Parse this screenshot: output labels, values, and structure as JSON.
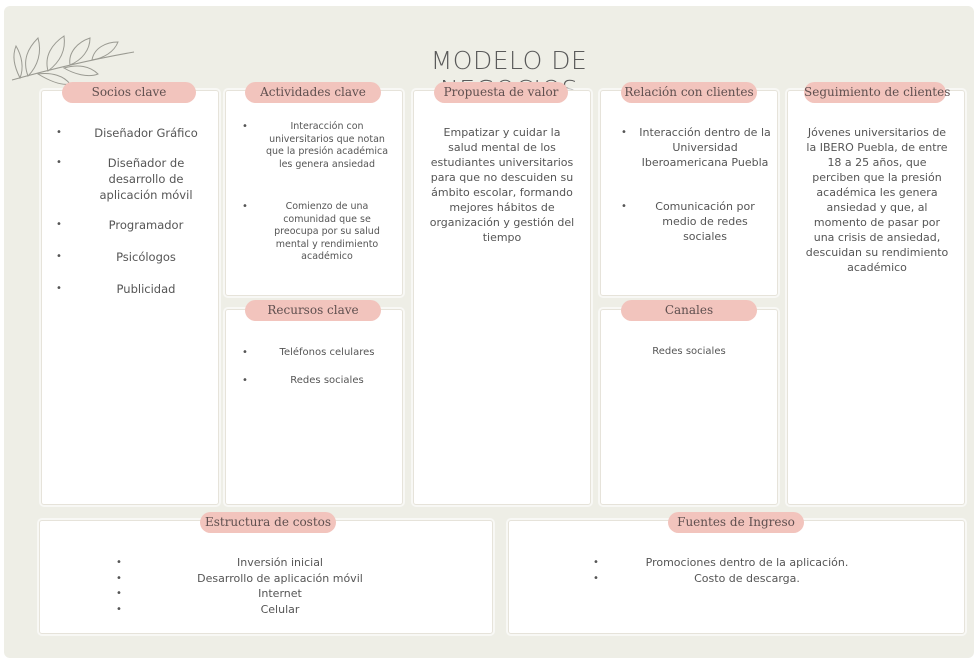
{
  "title": "MODELO DE NEGOCIOS",
  "colors": {
    "pill": "#f2c4bd",
    "card": "#ffffff",
    "background": "#eeeee6",
    "text": "#555555"
  },
  "decoration_icon": "olive-branch-icon",
  "socios": {
    "label": "Socios clave",
    "items": [
      "Diseñador Gráfico",
      "Diseñador de desarrollo de aplicación móvil",
      "Programador",
      "Psicólogos",
      "Publicidad"
    ]
  },
  "actividades": {
    "label": "Actividades clave",
    "items": [
      "Interacción con universitarios que notan que la presión académica les genera ansiedad",
      "Comienzo de una comunidad que se preocupa por su salud mental y rendimiento académico"
    ]
  },
  "recursos": {
    "label": "Recursos clave",
    "items": [
      "Teléfonos celulares",
      "Redes sociales"
    ]
  },
  "propuesta": {
    "label": "Propuesta de valor",
    "text": "Empatizar y cuidar la salud mental de los estudiantes universitarios para que no descuiden su ámbito escolar, formando mejores hábitos de organización y gestión del tiempo"
  },
  "relacion": {
    "label": "Relación con clientes",
    "items": [
      "Interacción dentro de la Universidad Iberoamericana Puebla",
      "Comunicación por medio de redes sociales"
    ]
  },
  "canales": {
    "label": "Canales",
    "text": "Redes sociales"
  },
  "segmento": {
    "label": "Seguimiento de clientes",
    "text": "Jóvenes universitarios de la IBERO Puebla, de entre 18 a 25 años, que perciben que la presión académica les genera ansiedad y que, al momento de pasar por una crisis de ansiedad, descuidan su rendimiento académico"
  },
  "costos": {
    "label": "Estructura de costos",
    "items": [
      "Inversión inicial",
      "Desarrollo de aplicación móvil",
      "Internet",
      "Celular"
    ]
  },
  "ingresos": {
    "label": "Fuentes de Ingreso",
    "items": [
      "Promociones dentro de la aplicación.",
      "Costo de descarga."
    ]
  }
}
